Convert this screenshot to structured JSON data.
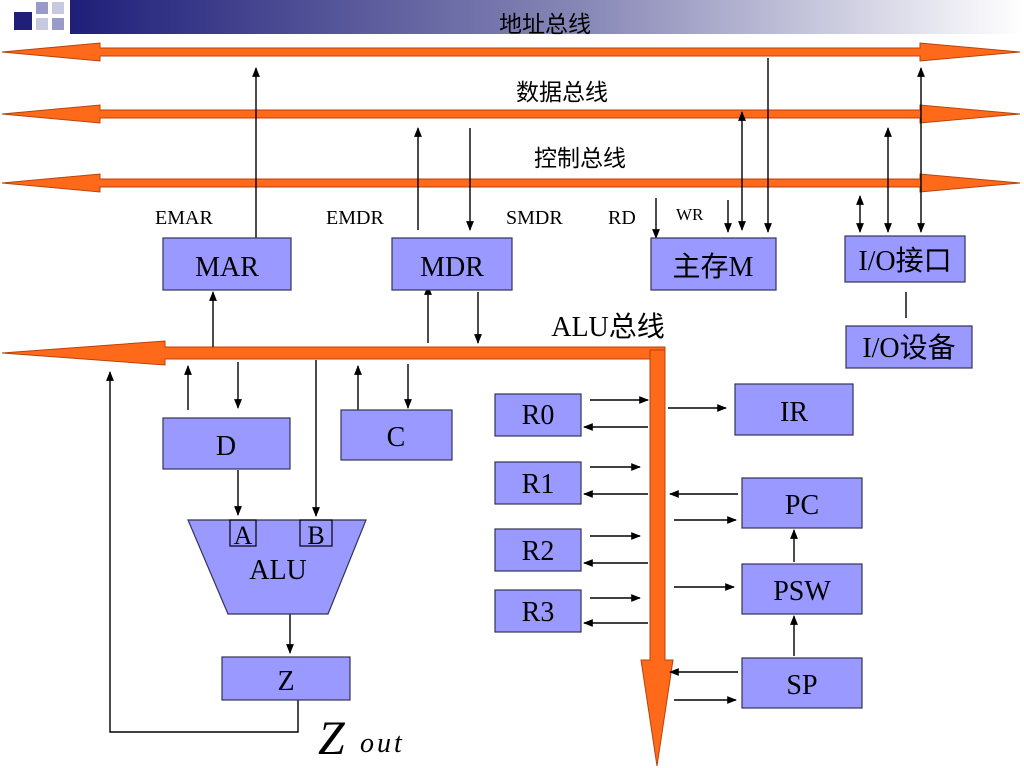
{
  "colors": {
    "bus": "#ff6a1a",
    "bus_edge": "#b8420a",
    "box_fill": "#9999ff",
    "box_stroke": "#333355",
    "line": "#000000",
    "header_dark": "#1f1f7a",
    "header_light": "#ffffff"
  },
  "buses": {
    "address": "地址总线",
    "data": "数据总线",
    "control": "控制总线",
    "alu": "ALU总线"
  },
  "signals": {
    "emar": "EMAR",
    "emdr": "EMDR",
    "smdr": "SMDR",
    "rd": "RD",
    "wr": "WR"
  },
  "boxes": {
    "mar": "MAR",
    "mdr": "MDR",
    "memory": "主存M",
    "io_interface": "I/O接口",
    "io_device": "I/O设备",
    "d": "D",
    "c": "C",
    "alu": "ALU",
    "alu_in_a": "A",
    "alu_in_b": "B",
    "z": "Z",
    "r0": "R0",
    "r1": "R1",
    "r2": "R2",
    "r3": "R3",
    "ir": "IR",
    "pc": "PC",
    "psw": "PSW",
    "sp": "SP"
  },
  "zout": {
    "z": "Z",
    "sub": "out"
  }
}
